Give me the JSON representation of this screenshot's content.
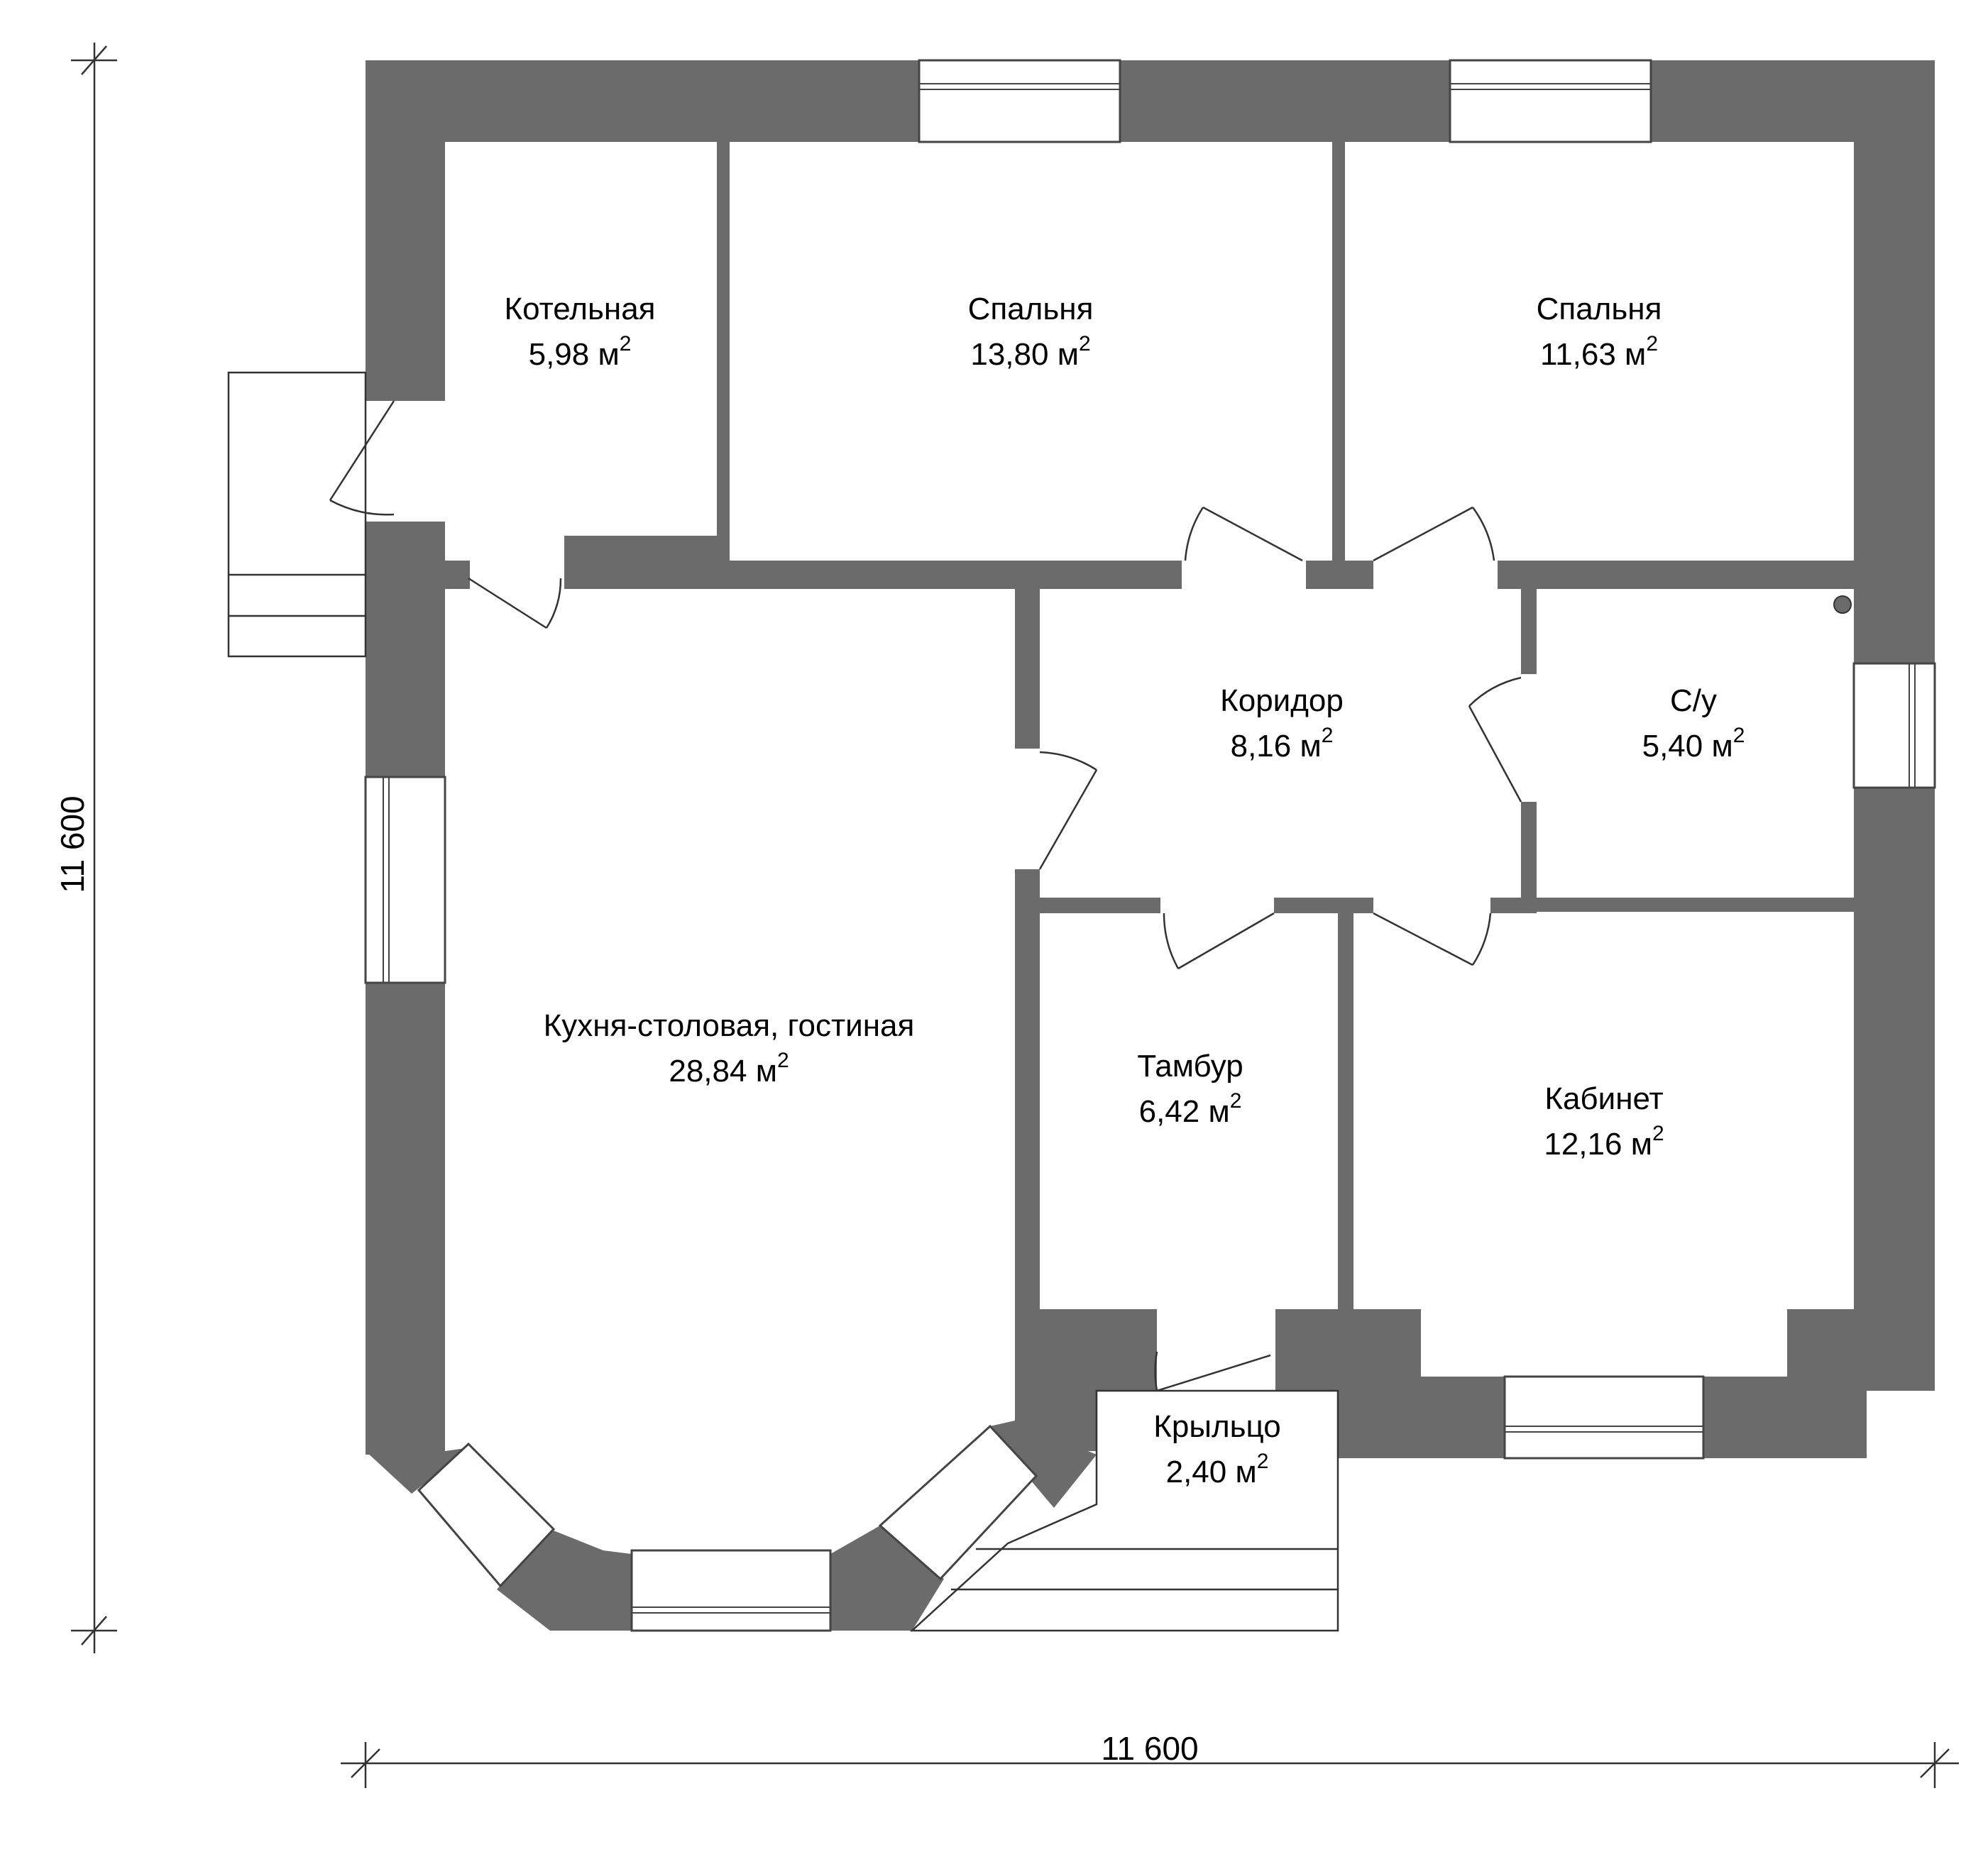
{
  "rooms": [
    {
      "id": "boiler",
      "name": "Котельная",
      "area": "5,98 м",
      "sup": "2"
    },
    {
      "id": "bedroom1",
      "name": "Спальня",
      "area": "13,80 м",
      "sup": "2"
    },
    {
      "id": "bedroom2",
      "name": "Спальня",
      "area": "11,63 м",
      "sup": "2"
    },
    {
      "id": "corridor",
      "name": "Коридор",
      "area": "8,16 м",
      "sup": "2"
    },
    {
      "id": "bathroom",
      "name": "С/у",
      "area": "5,40 м",
      "sup": "2"
    },
    {
      "id": "kitchen",
      "name": "Кухня-столовая, гостиная",
      "area": "28,84 м",
      "sup": "2"
    },
    {
      "id": "vestibule",
      "name": "Тамбур",
      "area": "6,42 м",
      "sup": "2"
    },
    {
      "id": "study",
      "name": "Кабинет",
      "area": "12,16 м",
      "sup": "2"
    },
    {
      "id": "porch",
      "name": "Крыльцо",
      "area": "2,40 м",
      "sup": "2"
    }
  ],
  "dimensions": {
    "width": "11 600",
    "height": "11 600"
  },
  "colors": {
    "wall": "#6b6b6b",
    "line": "#333333",
    "background": "#ffffff"
  }
}
